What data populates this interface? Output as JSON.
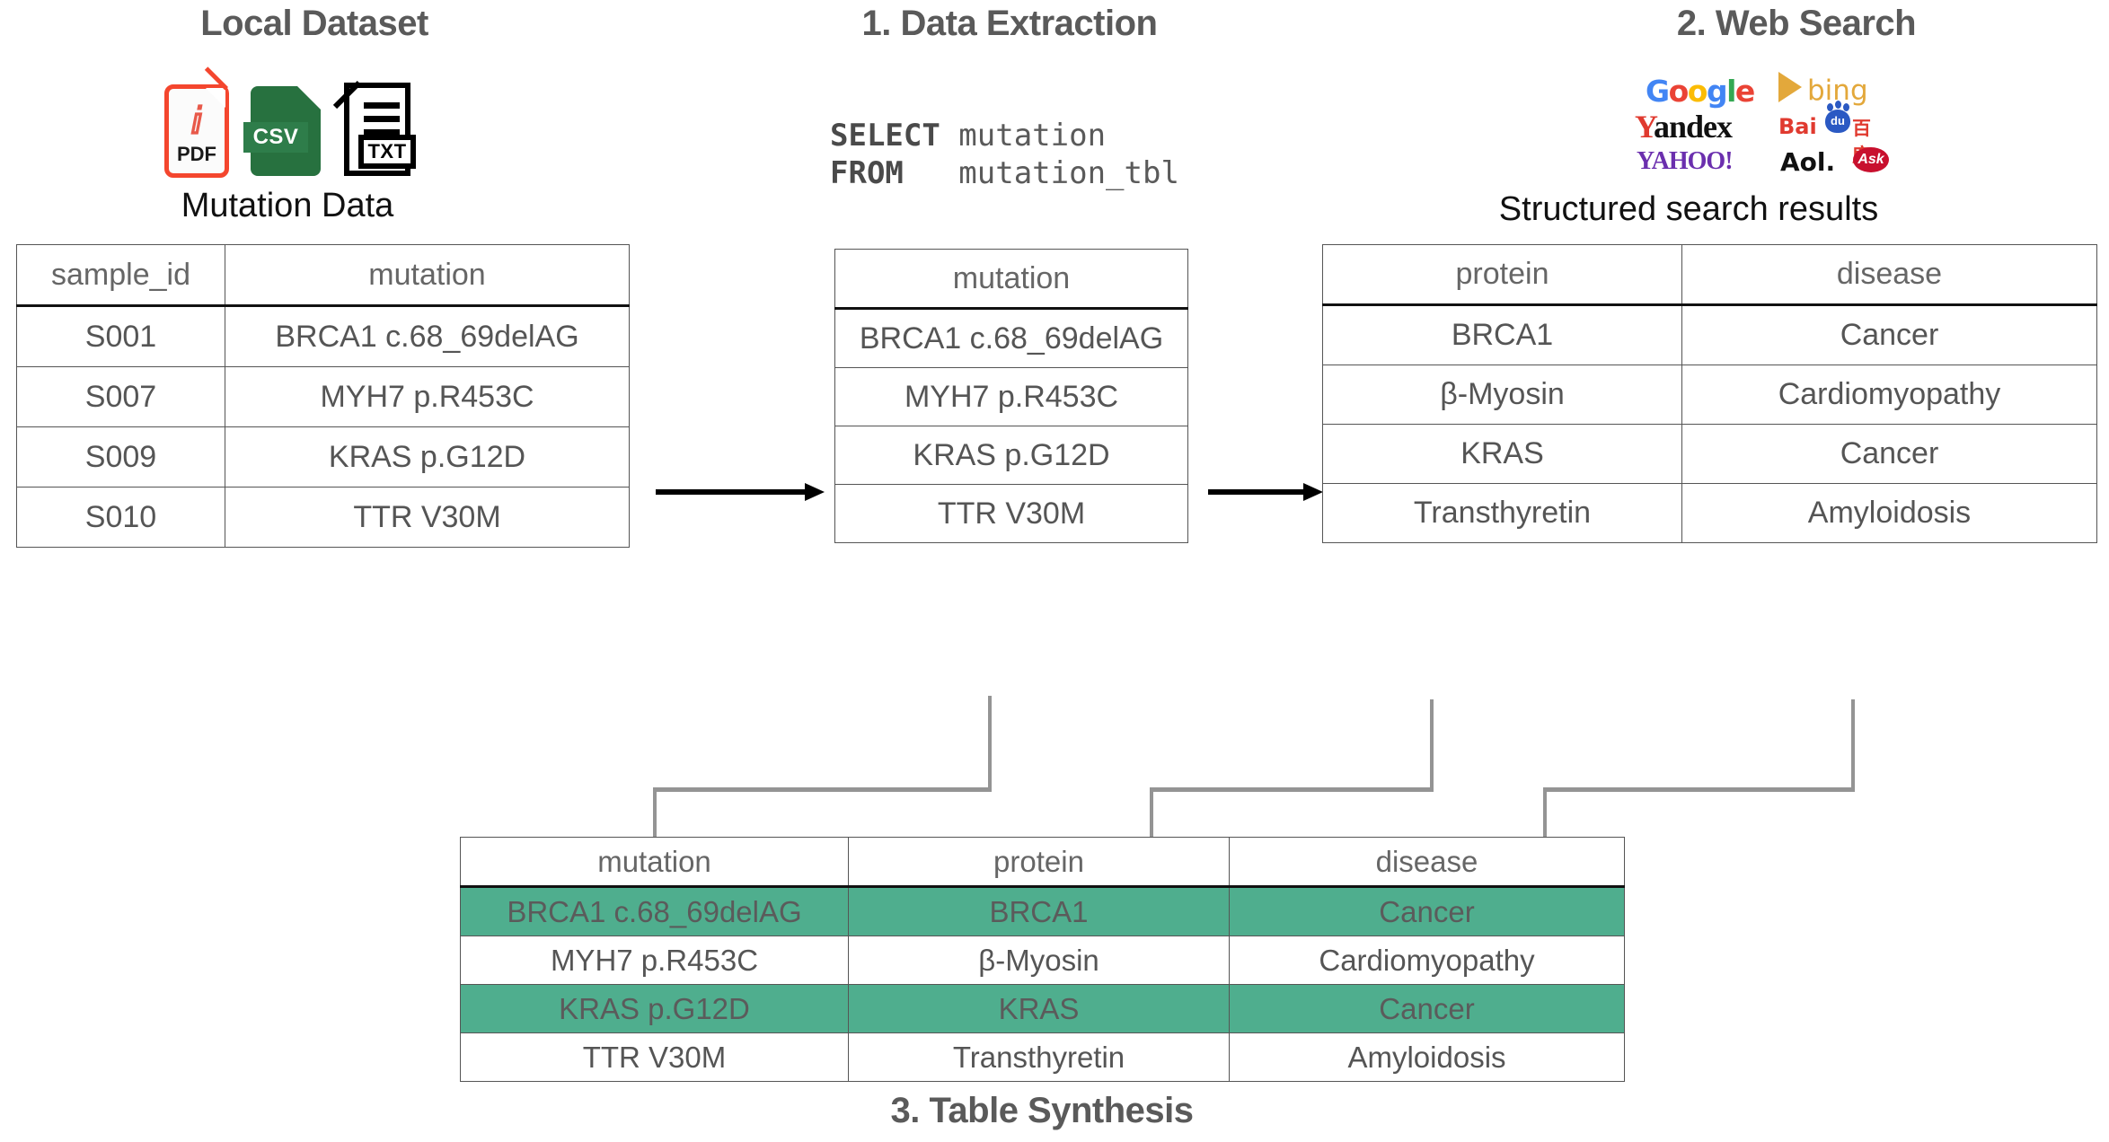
{
  "sections": {
    "local_dataset": {
      "title": "Local Dataset",
      "caption": "Mutation Data",
      "icons": [
        {
          "name": "pdf-file-icon",
          "label": "PDF",
          "color": "#F4462E"
        },
        {
          "name": "csv-file-icon",
          "label": "CSV",
          "color": "#27713F"
        },
        {
          "name": "txt-file-icon",
          "label": "TXT",
          "color": "#000000"
        }
      ]
    },
    "data_extraction": {
      "title": "1. Data Extraction",
      "sql_line1_keyword": "SELECT",
      "sql_line1_rest": " mutation",
      "sql_line2_keyword": "FROM",
      "sql_line2_rest": "   mutation_tbl"
    },
    "web_search": {
      "title": "2. Web Search",
      "caption": "Structured search results",
      "engines": [
        {
          "name": "google-logo",
          "label": "Google"
        },
        {
          "name": "bing-logo",
          "label": "bing"
        },
        {
          "name": "yandex-logo",
          "label": "Yandex"
        },
        {
          "name": "baidu-logo",
          "label": "Bai",
          "label2": "du",
          "label3": "百度"
        },
        {
          "name": "yahoo-logo",
          "label": "YAHOO!"
        },
        {
          "name": "aol-logo",
          "label": "Aol."
        },
        {
          "name": "ask-logo",
          "label": "Ask"
        }
      ]
    },
    "table_synthesis": {
      "title": "3. Table Synthesis"
    }
  },
  "tables": {
    "local": {
      "headers": [
        "sample_id",
        "mutation"
      ],
      "rows": [
        [
          "S001",
          "BRCA1 c.68_69delAG"
        ],
        [
          "S007",
          "MYH7 p.R453C"
        ],
        [
          "S009",
          "KRAS p.G12D"
        ],
        [
          "S010",
          "TTR V30M"
        ]
      ]
    },
    "extracted": {
      "headers": [
        "mutation"
      ],
      "rows": [
        [
          "BRCA1 c.68_69delAG"
        ],
        [
          "MYH7 p.R453C"
        ],
        [
          "KRAS p.G12D"
        ],
        [
          "TTR V30M"
        ]
      ]
    },
    "search_results": {
      "headers": [
        "protein",
        "disease"
      ],
      "rows": [
        [
          "BRCA1",
          "Cancer"
        ],
        [
          "β-Myosin",
          "Cardiomyopathy"
        ],
        [
          "KRAS",
          "Cancer"
        ],
        [
          "Transthyretin",
          "Amyloidosis"
        ]
      ]
    },
    "synthesis": {
      "headers": [
        "mutation",
        "protein",
        "disease"
      ],
      "rows": [
        {
          "cells": [
            "BRCA1 c.68_69delAG",
            "BRCA1",
            "Cancer"
          ],
          "highlight": true
        },
        {
          "cells": [
            "MYH7 p.R453C",
            "β-Myosin",
            "Cardiomyopathy"
          ],
          "highlight": false
        },
        {
          "cells": [
            "KRAS p.G12D",
            "KRAS",
            "Cancer"
          ],
          "highlight": true
        },
        {
          "cells": [
            "TTR V30M",
            "Transthyretin",
            "Amyloidosis"
          ],
          "highlight": false
        }
      ]
    }
  },
  "colors": {
    "highlight_green": "#4FAE8E",
    "heading_gray": "#5a5a5a",
    "table_text_gray": "#555555",
    "connector_gray": "#949494"
  }
}
